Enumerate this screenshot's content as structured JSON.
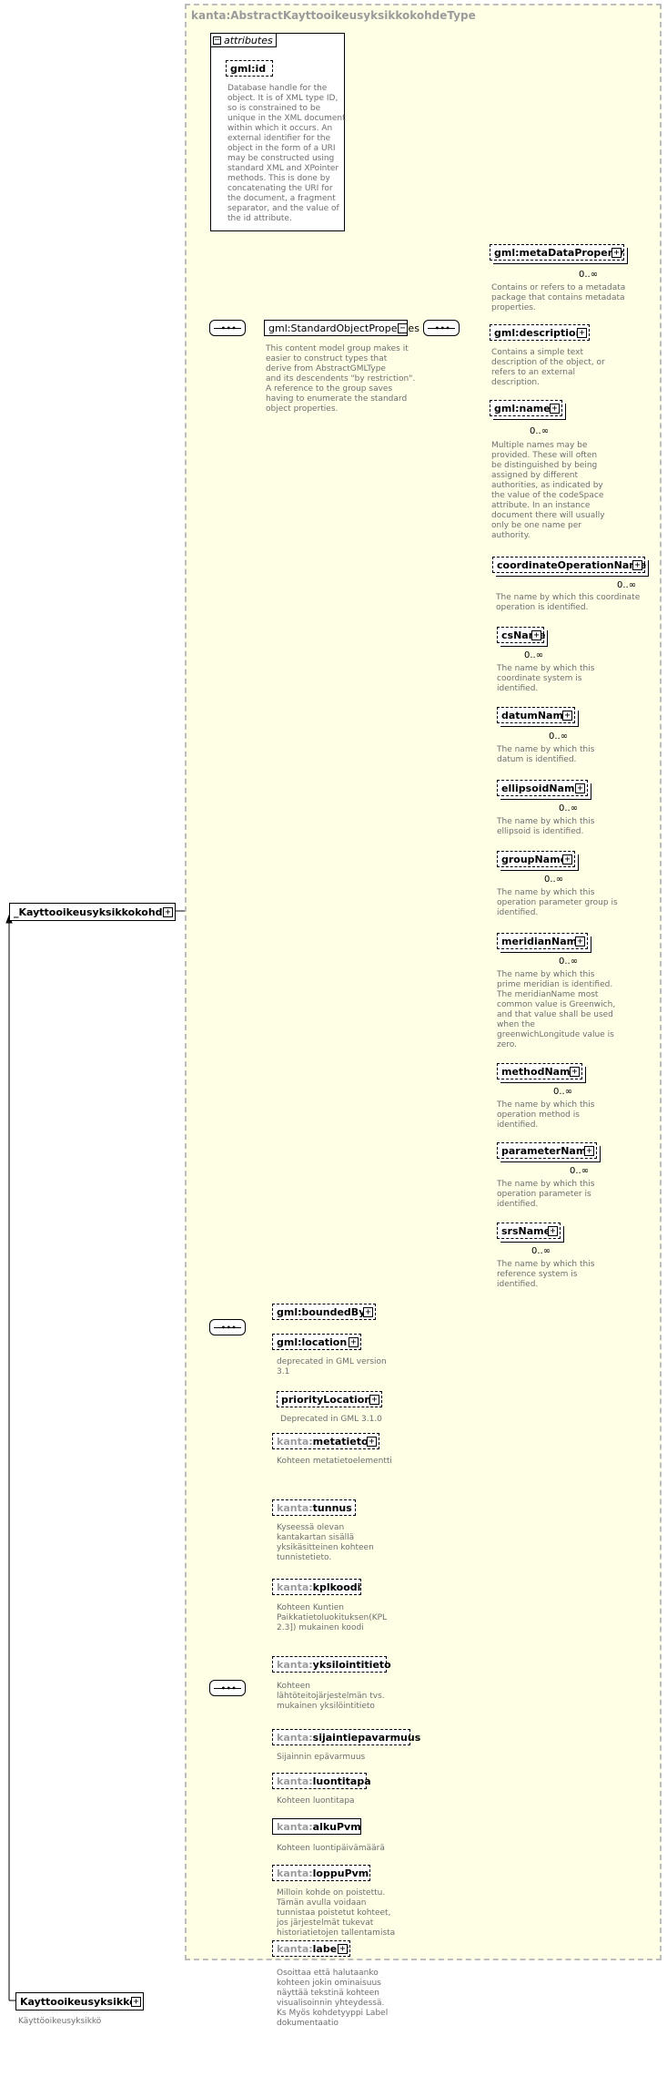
{
  "type_title": "kanta:AbstractKayttooikeusyksikkokohdeType",
  "attributes_label": "attributes",
  "gml_id": {
    "name": "gml:id",
    "desc": "Database handle for the\nobject.  It is of XML type ID,\nso is constrained to be\nunique in the XML document\nwithin which it occurs.  An\nexternal identifier for the\nobject in the form of a URI\nmay be constructed using\nstandard XML and XPointer\nmethods.  This is done by\nconcatenating the URI for\nthe document, a fragment\nseparator, and the value of\nthe id attribute."
  },
  "sop_group": {
    "name": "gml:StandardObjectProperties",
    "desc": "This content model group makes it\neasier to construct types that\n         derive from AbstractGMLType\nand its descendents \"by restriction\".\n         A reference to the group saves\nhaving to enumerate the standard\nobject properties."
  },
  "sop_items": [
    {
      "name": "gml:metaDataProperty",
      "mult": "0..∞",
      "desc": "Contains or refers to a metadata\npackage that contains metadata\nproperties."
    },
    {
      "name": "gml:description",
      "mult": "",
      "desc": "Contains a simple text\ndescription of the object, or\nrefers to an external\ndescription."
    },
    {
      "name": "gml:name",
      "mult": "0..∞",
      "desc": "Multiple names may be\nprovided.  These will often\nbe distinguished by being\nassigned by different\nauthorities, as indicated by\nthe value of the codeSpace\nattribute.  In an instance\ndocument there will usually\nonly be one name per\nauthority."
    }
  ],
  "name_subs": [
    {
      "name": "coordinateOperationName",
      "mult": "0..∞",
      "desc": "The name by which this coordinate\noperation is identified."
    },
    {
      "name": "csName",
      "mult": "0..∞",
      "desc": "The name by which this\ncoordinate system is\nidentified."
    },
    {
      "name": "datumName",
      "mult": "0..∞",
      "desc": "The name by which this\ndatum is identified."
    },
    {
      "name": "ellipsoidName",
      "mult": "0..∞",
      "desc": "The name by which this\nellipsoid is identified."
    },
    {
      "name": "groupName",
      "mult": "0..∞",
      "desc": "The name by which this\noperation parameter group is\nidentified."
    },
    {
      "name": "meridianName",
      "mult": "0..∞",
      "desc": "The name by which this\nprime meridian is identified.\nThe meridianName most\ncommon value is Greenwich,\nand that value shall be used\nwhen the\ngreenwichLongitude value is\nzero."
    },
    {
      "name": "methodName",
      "mult": "0..∞",
      "desc": "The name by which this\noperation method is\nidentified."
    },
    {
      "name": "parameterName",
      "mult": "0..∞",
      "desc": "The name by which this\noperation parameter is\nidentified."
    },
    {
      "name": "srsName",
      "mult": "0..∞",
      "desc": "The name by which this\nreference system is\nidentified."
    }
  ],
  "bounded_by": {
    "name": "gml:boundedBy"
  },
  "location": {
    "name": "gml:location",
    "desc": "deprecated in GML version\n3.1"
  },
  "priority_location": {
    "name": "priorityLocation",
    "desc": "Deprecated in GML 3.1.0"
  },
  "kanta_prefix": "kanta:",
  "kanta_items": [
    {
      "name": "metatieto",
      "desc": "Kohteen metatietoelementti"
    },
    {
      "name": "tunnus",
      "desc": "Kyseessä olevan\nkantakartan sisällä\nyksikäsitteinen kohteen\ntunnistetieto."
    },
    {
      "name": "kplkoodi",
      "desc": "Kohteen Kuntien\nPaikkatietoluokituksen(KPL\n2.3]) mukainen koodi"
    },
    {
      "name": "yksilointitieto",
      "desc": "Kohteen\nlähtöteitojärjestelmän  tvs.\nmukainen yksilöintitieto"
    },
    {
      "name": "sijaintiepavarmuus",
      "desc": "Sijainnin epävarmuus"
    },
    {
      "name": "luontitapa",
      "desc": "Kohteen luontitapa"
    },
    {
      "name": "alkuPvm",
      "desc": "Kohteen luontipäivämäärä"
    },
    {
      "name": "loppuPvm",
      "desc": "Milloin kohde on poistettu.\nTämän avulla voidaan\ntunnistaa poistetut kohteet,\njos järjestelmät tukevat\nhistoriatietojen tallentamista"
    },
    {
      "name": "labelit",
      "desc": "Osoittaa että halutaanko\nkohteen jokin ominaisuus\nnäyttää tekstinä kohteen\nvisualisoinnin yhteydessä.\n  Ks Myös kohdetyyppi Label\ndokumentaatio"
    }
  ],
  "root": {
    "name": "_Kayttooikeusyksikkokohde"
  },
  "derived": {
    "name": "Kayttooikeusyksikko",
    "desc": "Käyttöoikeusyksikkö"
  }
}
